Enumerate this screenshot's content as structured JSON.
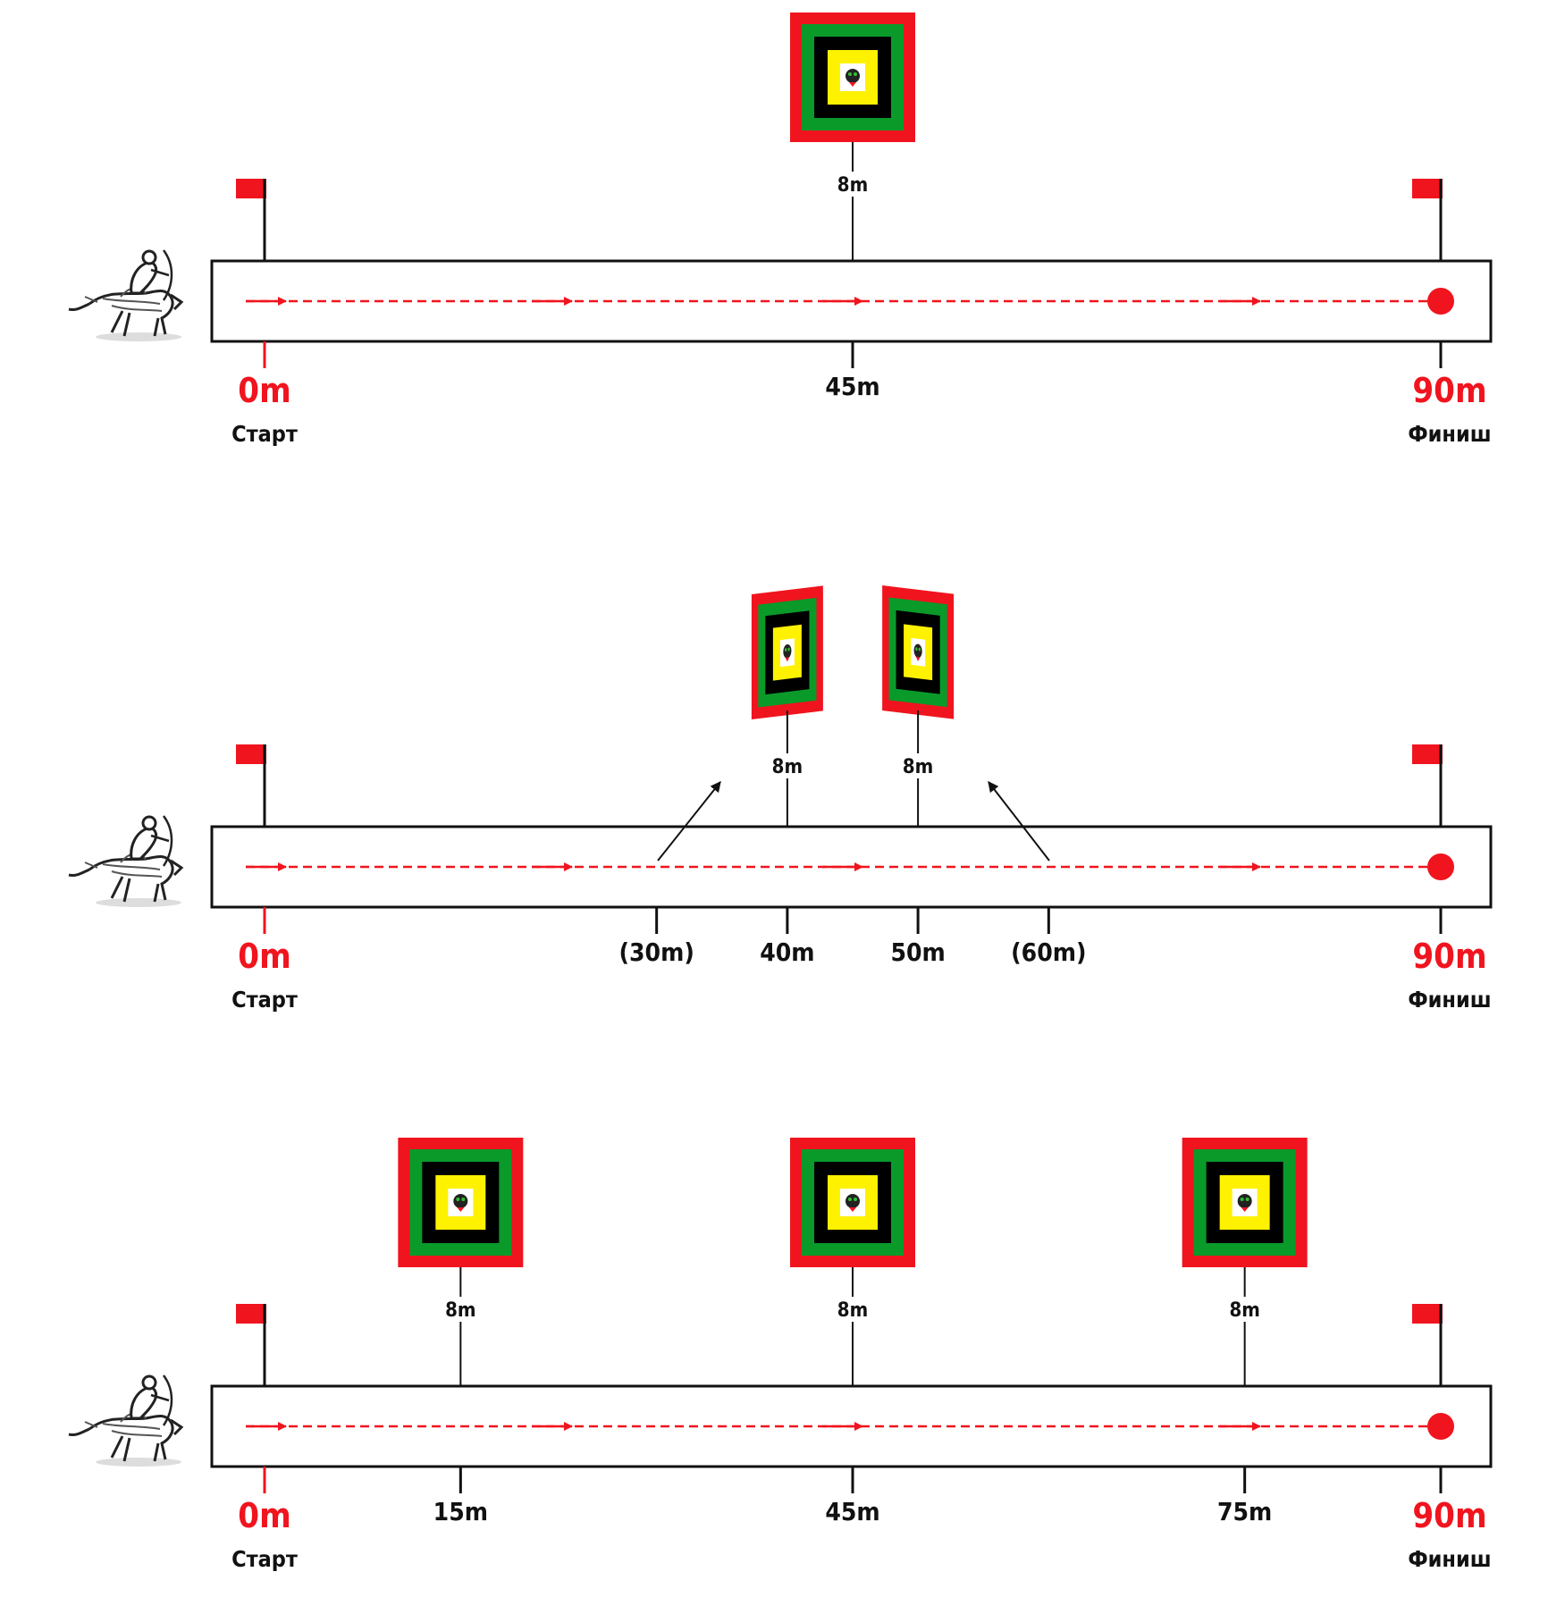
{
  "colors": {
    "accent": "#f0141e",
    "ring_green": "#0a9a2a",
    "ring_black": "#000000",
    "center_yellow": "#fff200",
    "line": "#111111"
  },
  "icons": {
    "rider": "horse-archer-icon",
    "start_flag": "flag-icon",
    "finish_flag": "flag-icon",
    "target": "square-target-icon",
    "finish_point": "finish-dot-icon"
  },
  "diagrams": [
    {
      "name": "course-1",
      "start": {
        "distance": "0m",
        "word": "Старт"
      },
      "finish": {
        "distance": "90m",
        "word": "Финиш"
      },
      "marks": [
        {
          "label": "45m",
          "red": false
        }
      ],
      "targets": [
        {
          "offset_label": "8m",
          "style": "square"
        }
      ],
      "arrows": []
    },
    {
      "name": "course-2",
      "start": {
        "distance": "0m",
        "word": "Старт"
      },
      "finish": {
        "distance": "90m",
        "word": "Финиш"
      },
      "marks": [
        {
          "label": "(30m)",
          "red": false
        },
        {
          "label": "40m",
          "red": false
        },
        {
          "label": "50m",
          "red": false
        },
        {
          "label": "(60m)",
          "red": false
        }
      ],
      "targets": [
        {
          "offset_label": "8m",
          "style": "angled-left"
        },
        {
          "offset_label": "8m",
          "style": "angled-right"
        }
      ],
      "arrows": [
        "shooting-direction-forward",
        "shooting-direction-backward"
      ]
    },
    {
      "name": "course-3",
      "start": {
        "distance": "0m",
        "word": "Старт"
      },
      "finish": {
        "distance": "90m",
        "word": "Финиш"
      },
      "marks": [
        {
          "label": "15m",
          "red": false
        },
        {
          "label": "45m",
          "red": false
        },
        {
          "label": "75m",
          "red": false
        }
      ],
      "targets": [
        {
          "offset_label": "8m",
          "style": "square"
        },
        {
          "offset_label": "8m",
          "style": "square"
        },
        {
          "offset_label": "8m",
          "style": "square"
        }
      ],
      "arrows": []
    }
  ]
}
